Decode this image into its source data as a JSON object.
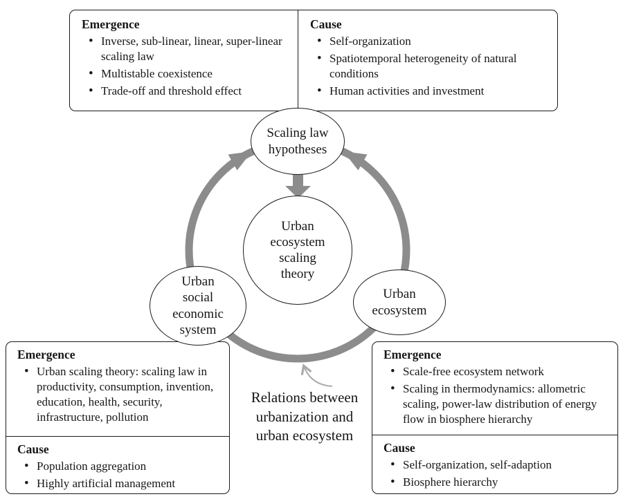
{
  "top_box": {
    "emergence": {
      "title": "Emergence",
      "items": [
        "Inverse, sub-linear, linear, super-linear scaling law",
        "Multistable coexistence",
        "Trade-off and threshold effect"
      ]
    },
    "cause": {
      "title": "Cause",
      "items": [
        "Self-organization",
        "Spatiotemporal heterogeneity of natural conditions",
        "Human activities and investment"
      ]
    }
  },
  "nodes": {
    "scaling_law_hypotheses": "Scaling law\nhypotheses",
    "center_theory": "Urban\necosystem\nscaling\ntheory",
    "urban_social": "Urban\nsocial\neconomic\nsystem",
    "urban_ecosystem": "Urban\necosystem"
  },
  "bottom_left_box": {
    "emergence": {
      "title": "Emergence",
      "items": [
        "Urban scaling theory: scaling law in productivity, consumption, invention, education, health, security, infrastructure, pollution"
      ]
    },
    "cause": {
      "title": "Cause",
      "items": [
        "Population aggregation",
        "Highly artificial management"
      ]
    }
  },
  "bottom_right_box": {
    "emergence": {
      "title": "Emergence",
      "items": [
        "Scale-free ecosystem network",
        "Scaling in thermodynamics: allometric scaling, power-law distribution of energy flow in biosphere hierarchy"
      ]
    },
    "cause": {
      "title": "Cause",
      "items": [
        "Self-organization, self-adaption",
        "Biosphere hierarchy"
      ]
    }
  },
  "caption": "Relations between\nurbanization and\nurban ecosystem",
  "colors": {
    "cycle_arrow_gray": "#8c8c8c",
    "thin_arrow_gray": "#ababab",
    "border_black": "#1a1a1a",
    "background": "#ffffff"
  }
}
